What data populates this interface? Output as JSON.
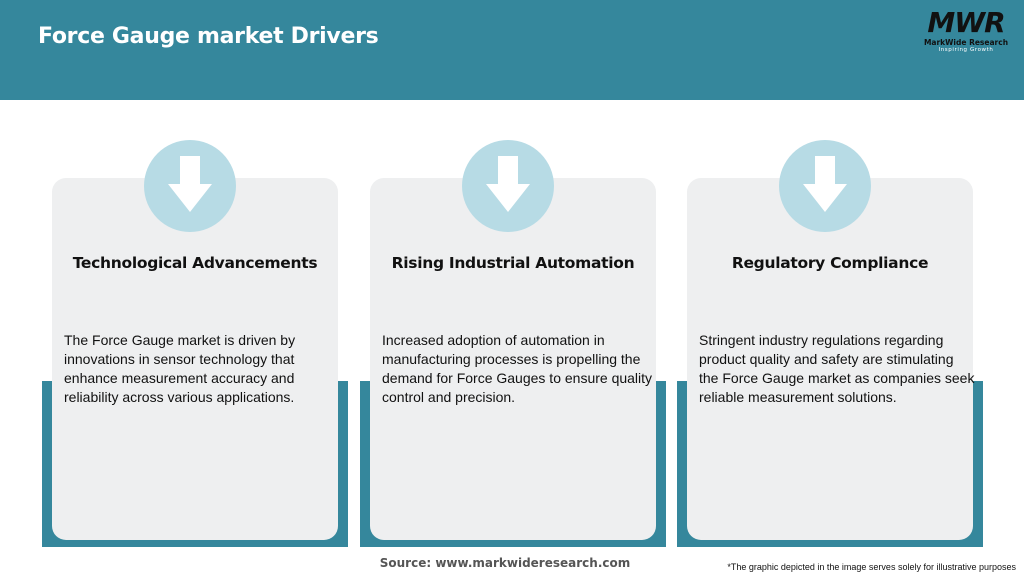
{
  "header": {
    "title": "Force Gauge market Drivers"
  },
  "logo": {
    "mark": "MWR",
    "name": "MarkWide Research",
    "tagline": "Inspiring Growth"
  },
  "colors": {
    "header_bg": "#35879c",
    "card_bg": "#eeeff0",
    "icon_circle": "#b7dbe5",
    "accent_bar": "#35879c"
  },
  "cards": [
    {
      "icon": "down-arrow-icon",
      "title": "Technological Advancements",
      "text": "The Force Gauge market is driven by innovations in sensor technology that enhance measurement accuracy and reliability across various applications."
    },
    {
      "icon": "down-arrow-icon",
      "title": "Rising Industrial Automation",
      "text": "Increased adoption of automation in manufacturing processes is propelling the demand for Force Gauges to ensure quality control and precision."
    },
    {
      "icon": "down-arrow-icon",
      "title": "Regulatory Compliance",
      "text": "Stringent industry regulations regarding product quality and safety are stimulating the Force Gauge market as companies seek reliable measurement solutions."
    }
  ],
  "footer": {
    "source": "Source: www.markwideresearch.com",
    "disclaimer": "*The graphic depicted in the image serves solely for illustrative purposes"
  }
}
